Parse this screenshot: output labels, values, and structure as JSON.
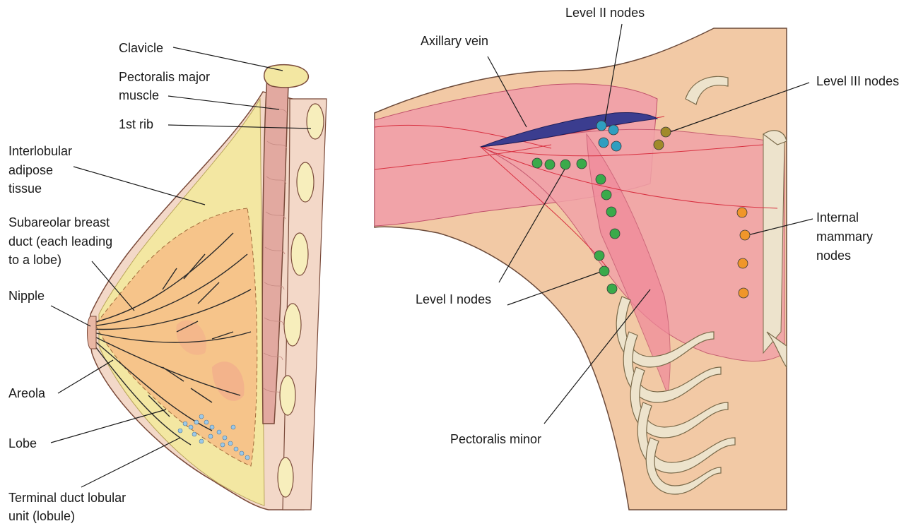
{
  "left_panel": {
    "labels": {
      "clavicle": "Clavicle",
      "pectoralis_major_1": "Pectoralis major",
      "pectoralis_major_2": "muscle",
      "first_rib": "1st rib",
      "interlobular_1": "Interlobular",
      "interlobular_2": "adipose",
      "interlobular_3": "tissue",
      "subareolar_1": "Subareolar breast",
      "subareolar_2": "duct (each leading",
      "subareolar_3": "to a lobe)",
      "nipple": "Nipple",
      "areola": "Areola",
      "lobe": "Lobe",
      "tdlu_1": "Terminal duct lobular",
      "tdlu_2": "unit (lobule)"
    }
  },
  "right_panel": {
    "labels": {
      "level_ii": "Level II nodes",
      "axillary_vein": "Axillary vein",
      "level_iii": "Level III nodes",
      "internal_mammary_1": "Internal",
      "internal_mammary_2": "mammary",
      "internal_mammary_3": "nodes",
      "level_i": "Level I nodes",
      "pectoralis_minor": "Pectoralis minor"
    },
    "node_colors": {
      "level_i": "#3aaa4a",
      "level_ii": "#2f9ec0",
      "level_iii": "#a08a2a",
      "internal_mammary": "#f0962a"
    }
  },
  "colors": {
    "skin": "#f2c9a5",
    "muscle": "#f1a3a8",
    "adipose": "#f3e7a2",
    "gland": "#f6c48a",
    "bone": "#ede3cc",
    "vein": "#3b3d8f"
  }
}
